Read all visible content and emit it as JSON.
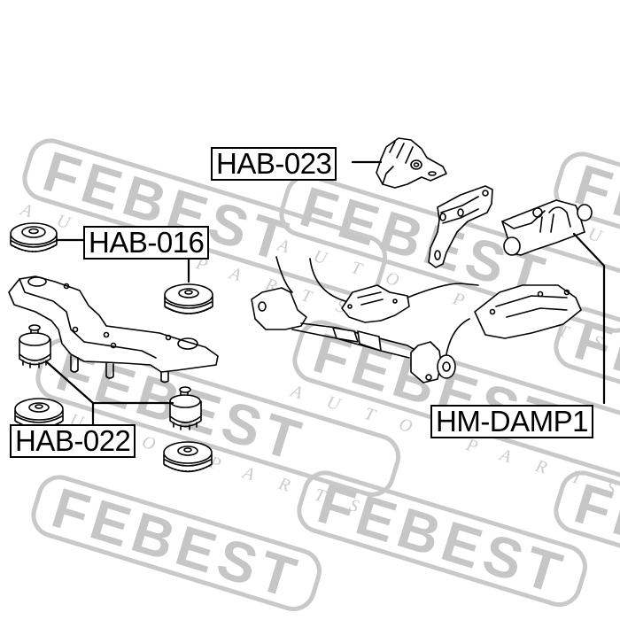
{
  "diagram": {
    "background": "#ffffff",
    "line_color": "#000000",
    "watermark": {
      "brand": "FEBEST",
      "subtitle": "AUTO PARTS",
      "color": "#c6c6c6"
    },
    "labels": [
      {
        "id": "HAB-023",
        "text": "HAB-023",
        "points_to": "upper engine mount (top center)"
      },
      {
        "id": "HAB-016",
        "text": "HAB-016",
        "points_to": "rubber bushing pair (left and center)"
      },
      {
        "id": "HAB-022",
        "text": "HAB-022",
        "points_to": "subframe bushing pair (lower left)"
      },
      {
        "id": "HM-DAMP1",
        "text": "HM-DAMP1",
        "points_to": "dynamic damper (upper right)"
      }
    ],
    "parts": [
      "subframe-left",
      "rear-crossmember-with-mounts",
      "upper-engine-mount",
      "torque-rod-bracket",
      "dynamic-damper",
      "bushing-upper-left",
      "bushing-center",
      "bushing-lower-left",
      "bushing-lower-center",
      "bushing-with-stud-left",
      "bushing-with-stud-right"
    ]
  }
}
